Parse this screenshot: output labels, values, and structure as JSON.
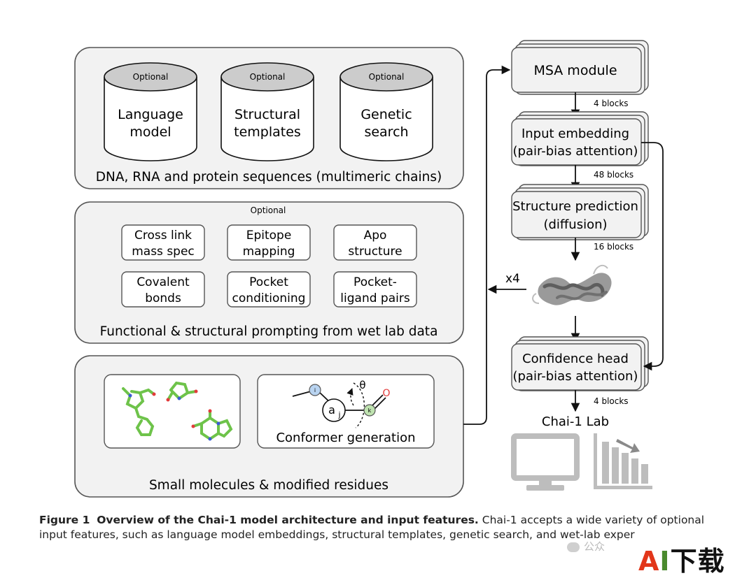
{
  "inputs": {
    "sequences": {
      "optional_tag": "Optional",
      "databases": [
        {
          "line1": "Language",
          "line2": "model"
        },
        {
          "line1": "Structural",
          "line2": "templates"
        },
        {
          "line1": "Genetic",
          "line2": "search"
        }
      ],
      "caption": "DNA, RNA and protein sequences (multimeric chains)"
    },
    "prompting": {
      "optional_tag": "Optional",
      "items": [
        {
          "line1": "Cross link",
          "line2": "mass spec"
        },
        {
          "line1": "Epitope",
          "line2": "mapping"
        },
        {
          "line1": "Apo",
          "line2": "structure"
        },
        {
          "line1": "Covalent",
          "line2": "bonds"
        },
        {
          "line1": "Pocket",
          "line2": "conditioning"
        },
        {
          "line1": "Pocket-",
          "line2": "ligand pairs"
        }
      ],
      "caption": "Functional & structural prompting from wet lab data"
    },
    "molecules": {
      "conformer_label": "Conformer generation",
      "atom_i": "i",
      "atom_j": "a",
      "atom_j_sub": "j",
      "atom_k": "k",
      "atom_o": "O",
      "angle": "θ",
      "caption": "Small molecules & modified residues"
    }
  },
  "pipeline": {
    "msa": "MSA module",
    "msa_blocks": "4 blocks",
    "embed_line1": "Input embedding",
    "embed_line2": "(pair-bias attention)",
    "embed_blocks": "48 blocks",
    "struct_line1": "Structure prediction",
    "struct_line2": "(diffusion)",
    "struct_blocks": "16 blocks",
    "recycle": "x4",
    "conf_line1": "Confidence head",
    "conf_line2": "(pair-bias attention)",
    "conf_blocks": "4 blocks",
    "output": "Chai-1 Lab"
  },
  "caption": {
    "label": "Figure 1",
    "title": "Overview of the Chai-1 model architecture and input features.",
    "body": "Chai-1 accepts a wide variety of optional input features, such as language model embeddings, structural templates, genetic search, and wet-lab exper"
  },
  "watermark": {
    "pub": "公众",
    "brand_a": "A",
    "brand_i": "I",
    "brand_rest": "下载"
  },
  "colors": {
    "panel_fill": "#f2f2f2",
    "panel_stroke": "#555555",
    "cyl_top": "#cccccc",
    "atom_i": "#b9d4f1",
    "atom_k": "#bfe3b0",
    "atom_o": "#e23b3b",
    "mol_green": "#6ec34a",
    "icon_gray": "#bdbdbd",
    "brand_red": "#e2361a",
    "brand_green": "#4a8a2e"
  }
}
